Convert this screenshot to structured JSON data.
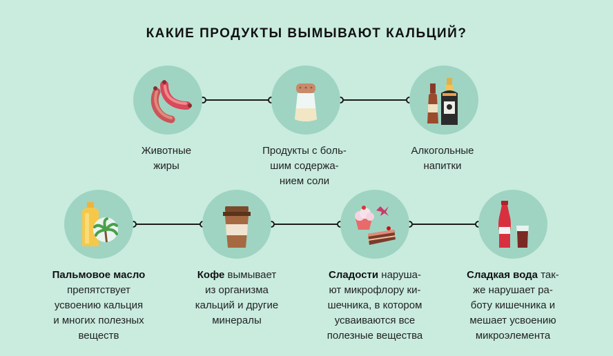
{
  "title": "КАКИЕ ПРОДУКТЫ ВЫМЫВАЮТ КАЛЬЦИЙ?",
  "row1": [
    {
      "icon": "sausage-icon",
      "caption": [
        "Животные",
        "жиры"
      ]
    },
    {
      "icon": "salt-shaker-icon",
      "caption": [
        "Продукты с боль-",
        "шим содержа-",
        "нием соли"
      ]
    },
    {
      "icon": "alcohol-bottles-icon",
      "caption": [
        "Алкогольные",
        "напитки"
      ]
    }
  ],
  "row2": [
    {
      "icon": "palm-oil-icon",
      "bold": "Пальмовое масло",
      "rest": [
        "препятствует",
        "усвоению кальция",
        "и многих полезных",
        "веществ"
      ]
    },
    {
      "icon": "coffee-cup-icon",
      "bold": "Кофе",
      "first_rest": " вымывает",
      "rest": [
        "из организма",
        "кальций и другие",
        "минералы"
      ]
    },
    {
      "icon": "sweets-icon",
      "bold": "Сладости",
      "first_rest": " наруша-",
      "rest": [
        "ют микрофлору ки-",
        "шечника, в котором",
        "усваиваются все",
        "полезные вещества"
      ]
    },
    {
      "icon": "soda-icon",
      "bold": "Сладкая вода",
      "first_rest": " так-",
      "rest": [
        "же нарушает ра-",
        "боту кишечника и",
        "мешает усвоению",
        "микроэлемента"
      ]
    }
  ]
}
